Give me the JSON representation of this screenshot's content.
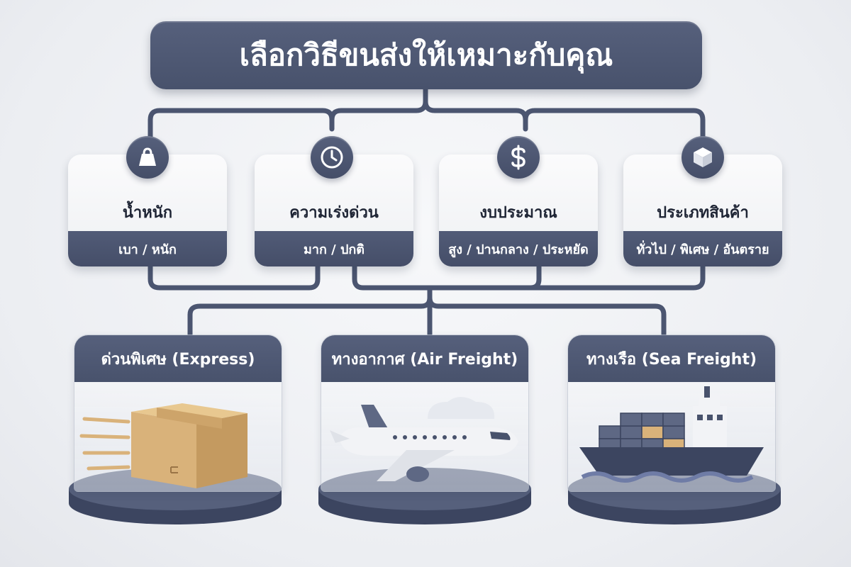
{
  "title": "เลือกวิธีขนส่งให้เหมาะกับคุณ",
  "criteria": [
    {
      "label": "น้ำหนัก",
      "options": "เบา / หนัก",
      "icon": "weight-icon"
    },
    {
      "label": "ความเร่งด่วน",
      "options": "มาก / ปกติ",
      "icon": "clock-icon"
    },
    {
      "label": "งบประมาณ",
      "options": "สูง / ปานกลาง / ประหยัด",
      "icon": "dollar-icon"
    },
    {
      "label": "ประเภทสินค้า",
      "options": "ทั่วไป / พิเศษ / อันตราย",
      "icon": "box-icon"
    }
  ],
  "modes": [
    {
      "label": "ด่วนพิเศษ (Express)",
      "illustration": "parcel-box"
    },
    {
      "label": "ทางอากาศ (Air Freight)",
      "illustration": "airplane"
    },
    {
      "label": "ทางเรือ (Sea Freight)",
      "illustration": "cargo-ship"
    }
  ],
  "colors": {
    "primary": "#4b5570",
    "card_background": "#f4f5f7",
    "text_dark": "#1f2535",
    "text_light": "#ffffff",
    "box_tan": "#d9b27a"
  }
}
